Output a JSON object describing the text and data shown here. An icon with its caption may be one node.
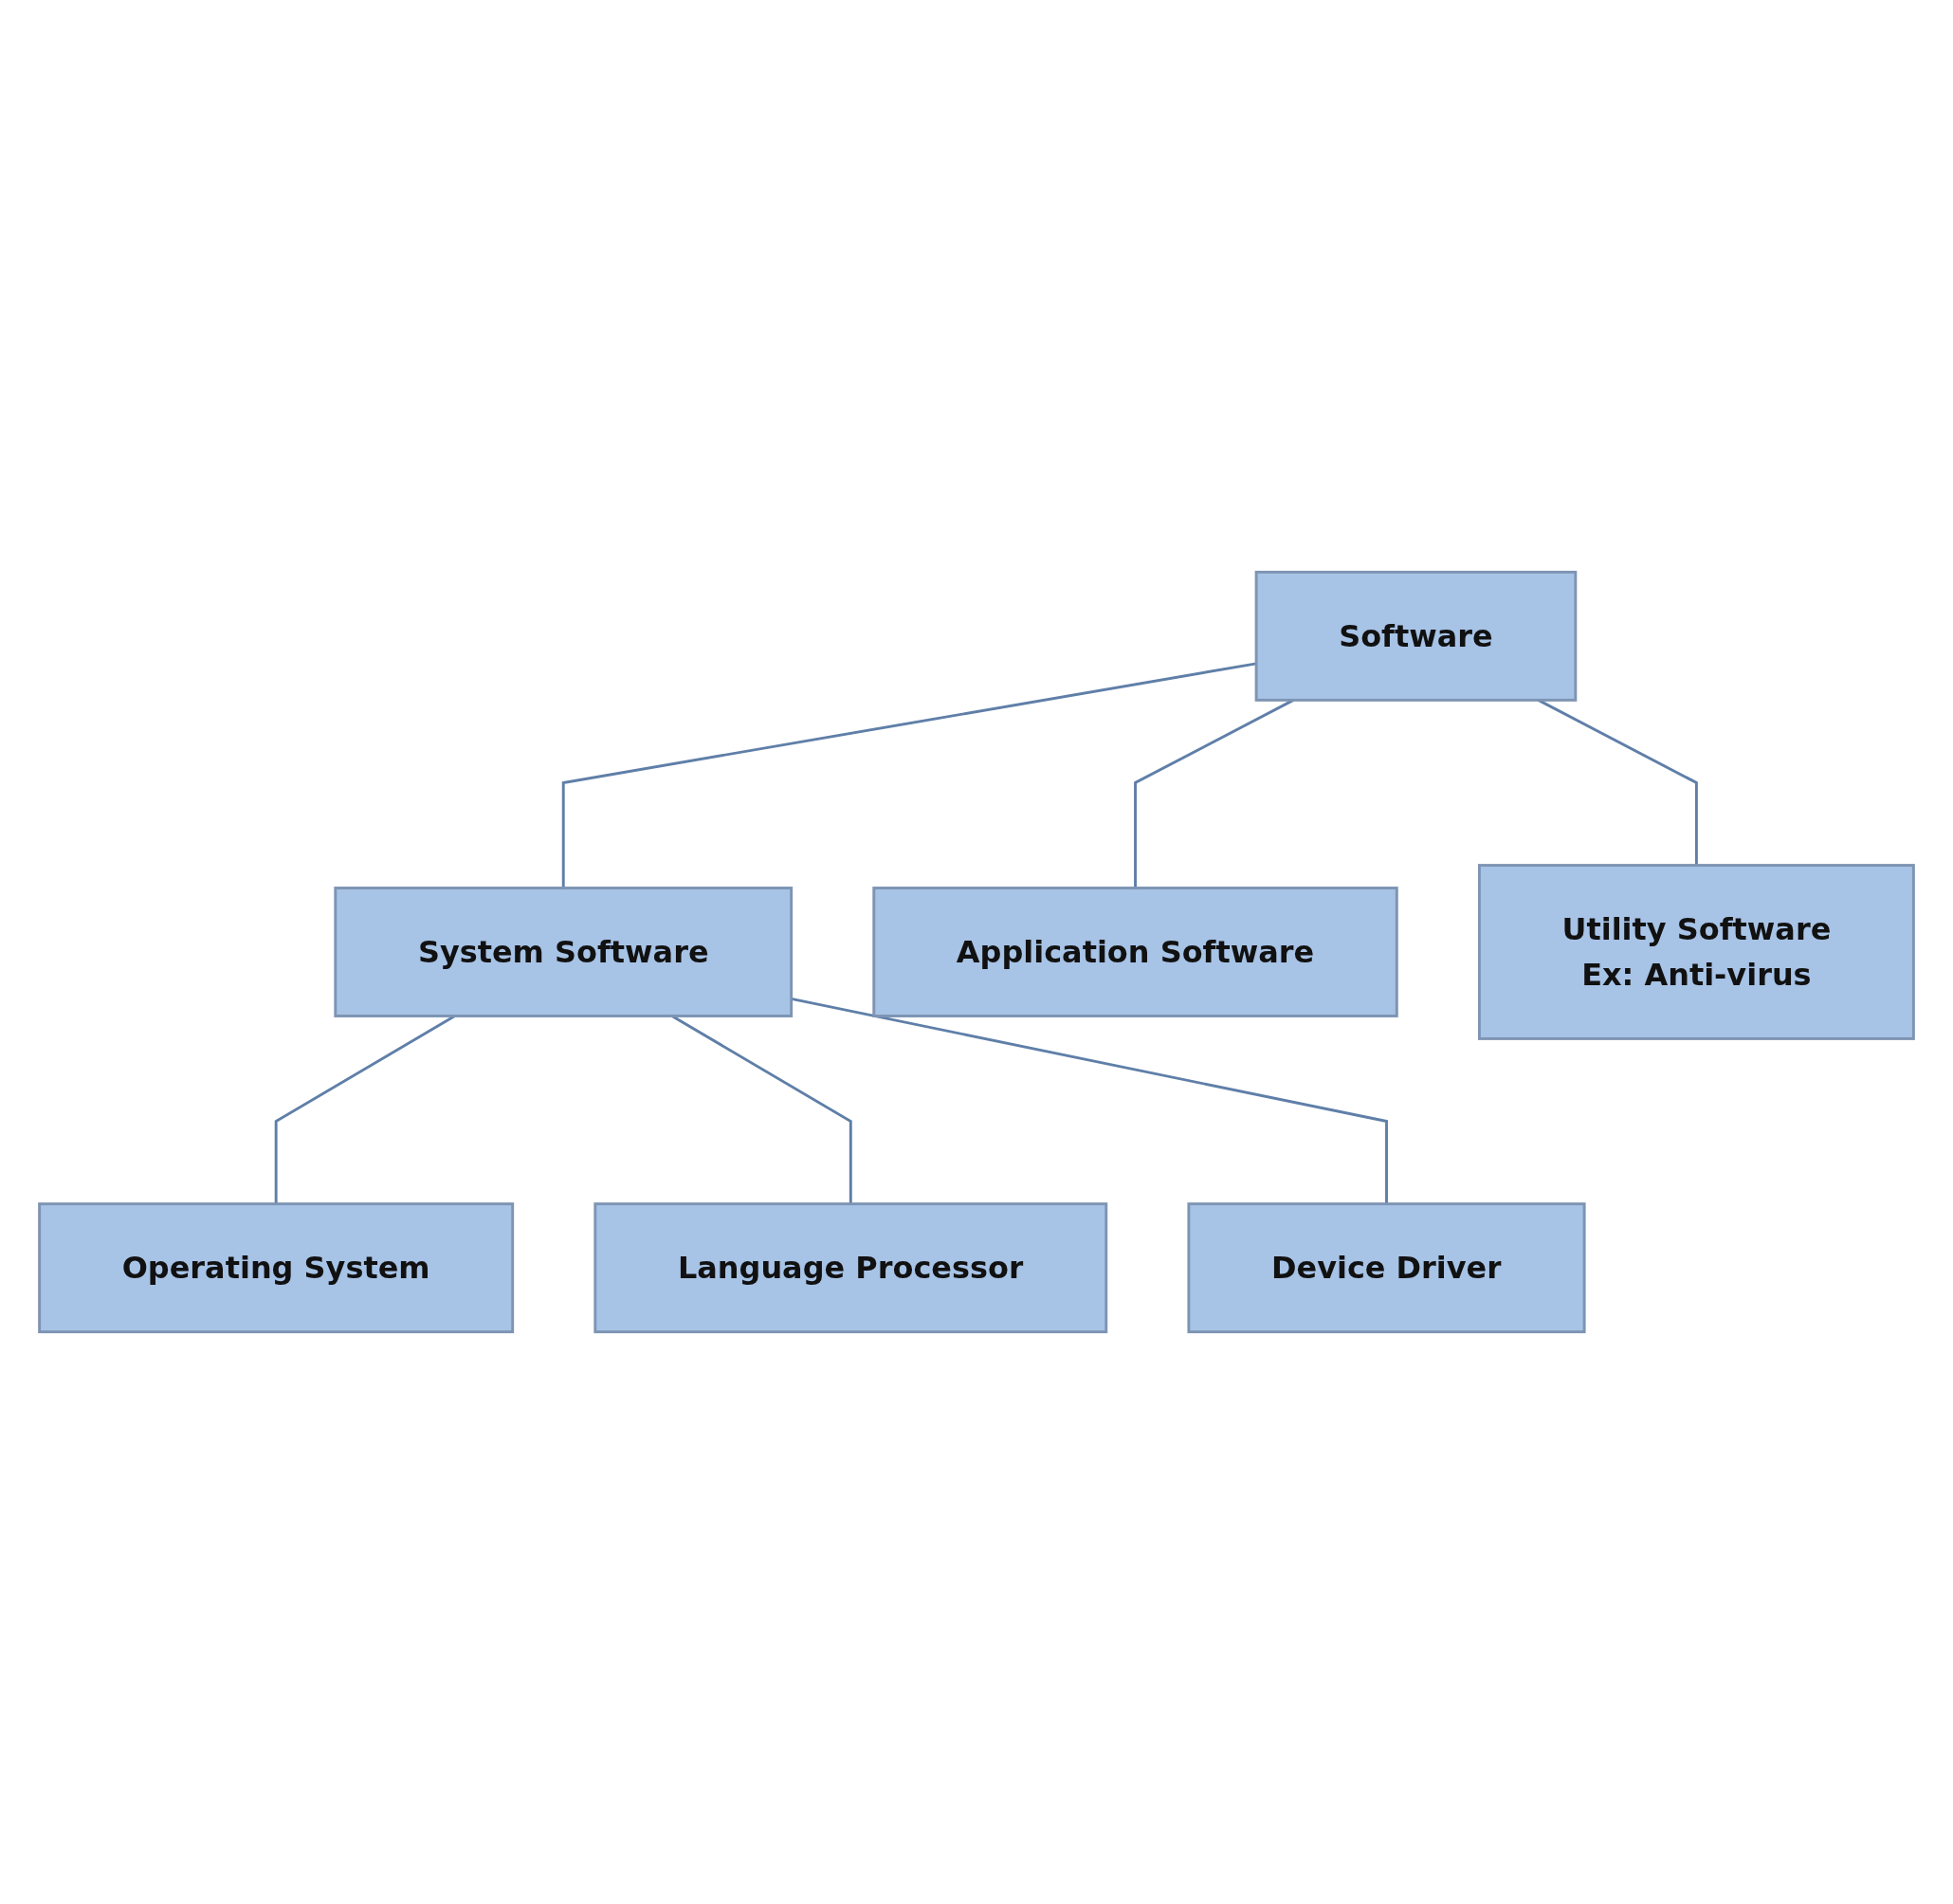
{
  "diagram": {
    "nodes": [
      {
        "text": [
          "Software"
        ]
      },
      {
        "text": [
          "System Software"
        ]
      },
      {
        "text": [
          "Application Software"
        ]
      },
      {
        "text": [
          "Utility Software",
          "Ex: Anti-virus"
        ]
      },
      {
        "text": [
          "Operating System"
        ]
      },
      {
        "text": [
          "Language Processor"
        ]
      },
      {
        "text": [
          "Device Driver"
        ]
      }
    ],
    "edges": [
      {
        "from": 0,
        "to": 1,
        "arrow": "none"
      },
      {
        "from": 0,
        "to": 2,
        "arrow": "none"
      },
      {
        "from": 0,
        "to": 3,
        "arrow": "none"
      },
      {
        "from": 1,
        "to": 4,
        "arrow": "none"
      },
      {
        "from": 1,
        "to": 5,
        "arrow": "none"
      },
      {
        "from": 1,
        "to": 6,
        "arrow": "none"
      }
    ]
  }
}
